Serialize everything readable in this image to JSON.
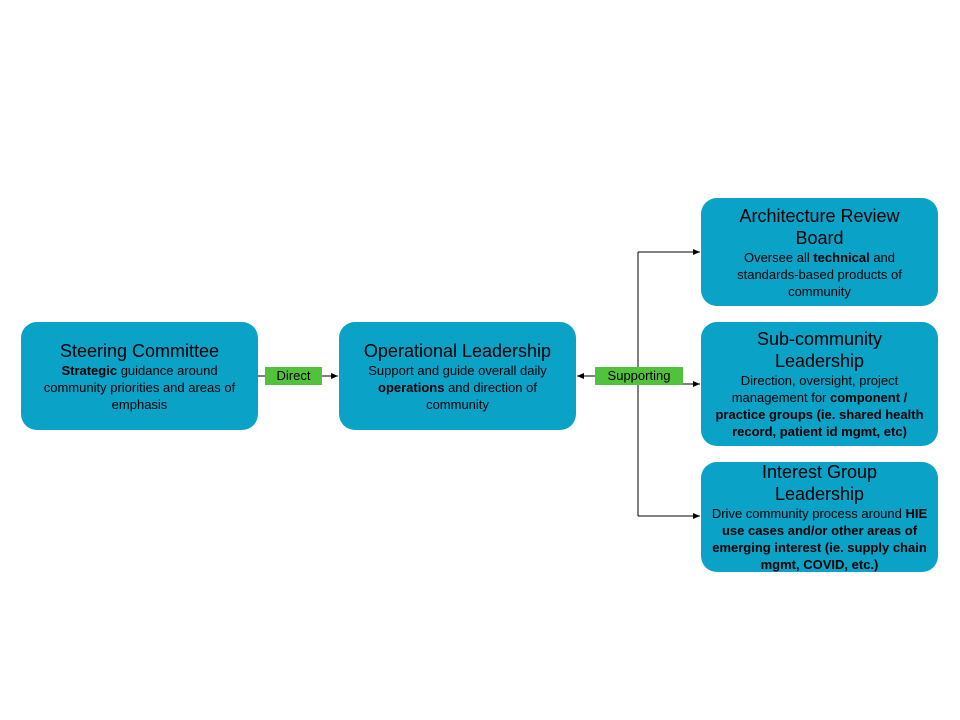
{
  "colors": {
    "box_fill": "#0ba2c8",
    "label_fill": "#52c13b",
    "connector": "#000000"
  },
  "labels": {
    "direct": "Direct",
    "supporting": "Supporting"
  },
  "boxes": {
    "steering": {
      "title": "Steering Committee",
      "desc": [
        {
          "text": "Strategic",
          "bold": true
        },
        {
          "text": " guidance around community priorities and areas of emphasis",
          "bold": false
        }
      ]
    },
    "operational": {
      "title": "Operational Leadership",
      "desc": [
        {
          "text": "Support and guide overall daily ",
          "bold": false
        },
        {
          "text": "operations",
          "bold": true
        },
        {
          "text": " and direction of community",
          "bold": false
        }
      ]
    },
    "architecture": {
      "title": "Architecture Review Board",
      "desc": [
        {
          "text": "Oversee all ",
          "bold": false
        },
        {
          "text": "technical",
          "bold": true
        },
        {
          "text": " and standards-based products of community",
          "bold": false
        }
      ]
    },
    "subcommunity": {
      "title": "Sub-community Leadership",
      "desc": [
        {
          "text": "Direction, oversight, project management for ",
          "bold": false
        },
        {
          "text": "component / practice groups (ie. shared health record, patient id mgmt, etc)",
          "bold": true
        }
      ]
    },
    "interest": {
      "title": "Interest Group Leadership",
      "desc": [
        {
          "text": "Drive community process around ",
          "bold": false
        },
        {
          "text": "HIE use cases and/or other areas of emerging interest (ie. supply chain mgmt, COVID, etc.)",
          "bold": true
        }
      ]
    }
  }
}
